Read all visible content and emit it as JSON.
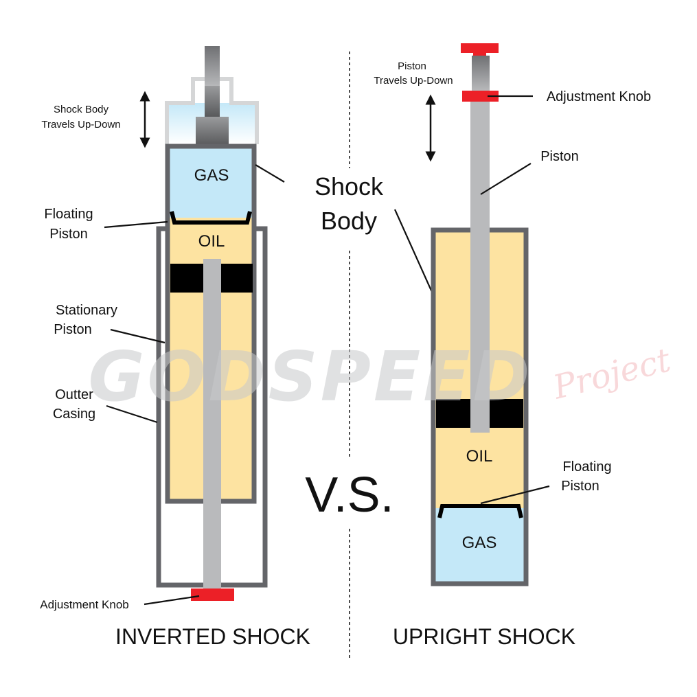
{
  "watermark": {
    "brand": "GODSPEED",
    "sub": "Project"
  },
  "inverted": {
    "title": "INVERTED SHOCK",
    "travel_label": [
      "Shock Body",
      "Travels Up-Down"
    ],
    "gas": "GAS",
    "oil": "OIL",
    "floating_piston": [
      "Floating",
      "Piston"
    ],
    "stationary_piston": [
      "Stationary",
      "Piston"
    ],
    "outter_casing": [
      "Outter",
      "Casing"
    ],
    "adjustment_knob": "Adjustment Knob"
  },
  "shared": {
    "shock_body": [
      "Shock",
      "Body"
    ],
    "vs": "V.S."
  },
  "upright": {
    "title": "UPRIGHT SHOCK",
    "travel_label": [
      "Piston",
      "Travels Up-Down"
    ],
    "adjustment_knob": "Adjustment Knob",
    "piston": "Piston",
    "oil": "OIL",
    "floating_piston": [
      "Floating",
      "Piston"
    ],
    "gas": "GAS"
  },
  "colors": {
    "oil": "#fde3a1",
    "gas": "#c4e8f8",
    "shell": "#646569",
    "rod": "#b9babc",
    "knob": "#ec2027",
    "seal": "#000000"
  }
}
